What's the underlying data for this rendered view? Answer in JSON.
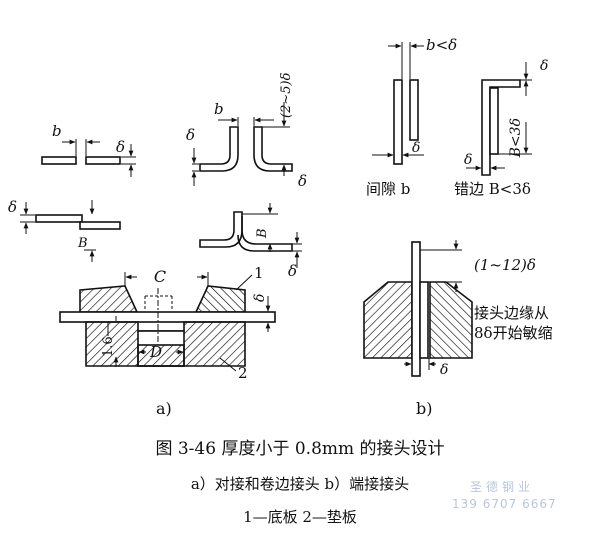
{
  "labels": {
    "b": "b",
    "delta": "δ",
    "two_five_delta": "(2~5)δ",
    "B": "B",
    "C": "C",
    "D": "D",
    "sixteen": "1.6",
    "one": "1",
    "two": "2",
    "b_lt_delta": "b<δ",
    "gap_b": "间隙 b",
    "offset_lt": "错边 B<3δ",
    "B_lt_3delta": "B<3δ",
    "one_twelve_delta": "(1~12)δ",
    "taper_line1": "接头边缘从",
    "taper_line2": "8δ开始敏缩",
    "part_a": "a)",
    "part_b": "b)"
  },
  "caption": {
    "title": "图 3-46   厚度小于 0.8mm 的接头设计",
    "subtitle": "a）对接和卷边接头    b）端接接头",
    "legend": "1—底板   2—垫板"
  },
  "watermark": {
    "line1": "圣德钢业",
    "line2": "139 6707 6667"
  }
}
